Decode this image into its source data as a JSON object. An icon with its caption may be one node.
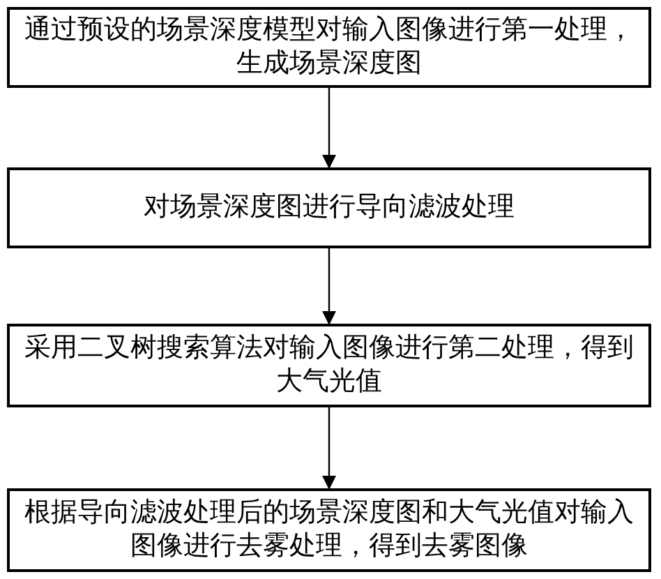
{
  "diagram": {
    "nodes": [
      {
        "text": [
          "通过预设的场景深度模型对输入图像进行第一处理，生成场景深度图"
        ]
      },
      {
        "text": [
          "对场景深度图进行导向滤波处理"
        ]
      },
      {
        "text": [
          "采用二叉树搜索算法对输入图像进行第二处理，得到大气光值"
        ]
      },
      {
        "text": [
          "根据导向滤波处理后的场景深度图和大气光值对输入图像进行去雾处理，得到去雾图像"
        ]
      }
    ],
    "edges": [
      {
        "from": 0,
        "to": 1,
        "arrow": "to"
      },
      {
        "from": 1,
        "to": 2,
        "arrow": "to"
      },
      {
        "from": 2,
        "to": 3,
        "arrow": "to"
      }
    ]
  }
}
